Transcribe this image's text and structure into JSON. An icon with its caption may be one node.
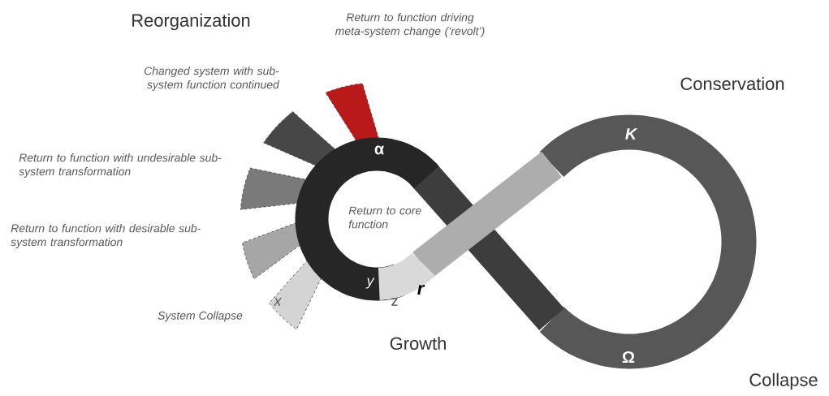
{
  "diagram": {
    "labels": [
      "Reorganization",
      "Return to function driving meta-system change (‘revolt’)",
      "Changed system with sub-system function continued",
      "Return to function with undesirable sub-system transformation",
      "Return to function with desirable sub-system transformation",
      "x",
      "System Collapse",
      "α",
      "Return to core function",
      "y",
      "z",
      "r",
      "Growth",
      "Conservation",
      "K",
      "Ω",
      "Collapse"
    ]
  }
}
